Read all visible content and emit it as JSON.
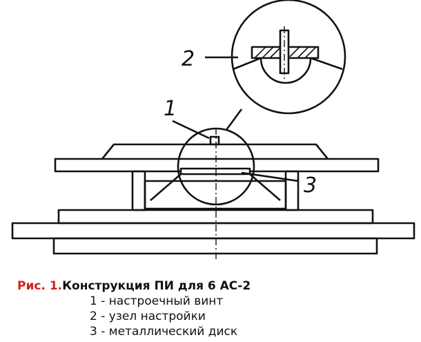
{
  "diagram": {
    "labels": {
      "one": "1",
      "two": "2",
      "three": "3"
    }
  },
  "caption": {
    "figure_number": "Рис. 1.",
    "title": "Конструкция ПИ для 6 АС-2",
    "legend": [
      "1 - настроечный винт",
      "2 - узел настройки",
      "3 - металлический диск"
    ]
  }
}
